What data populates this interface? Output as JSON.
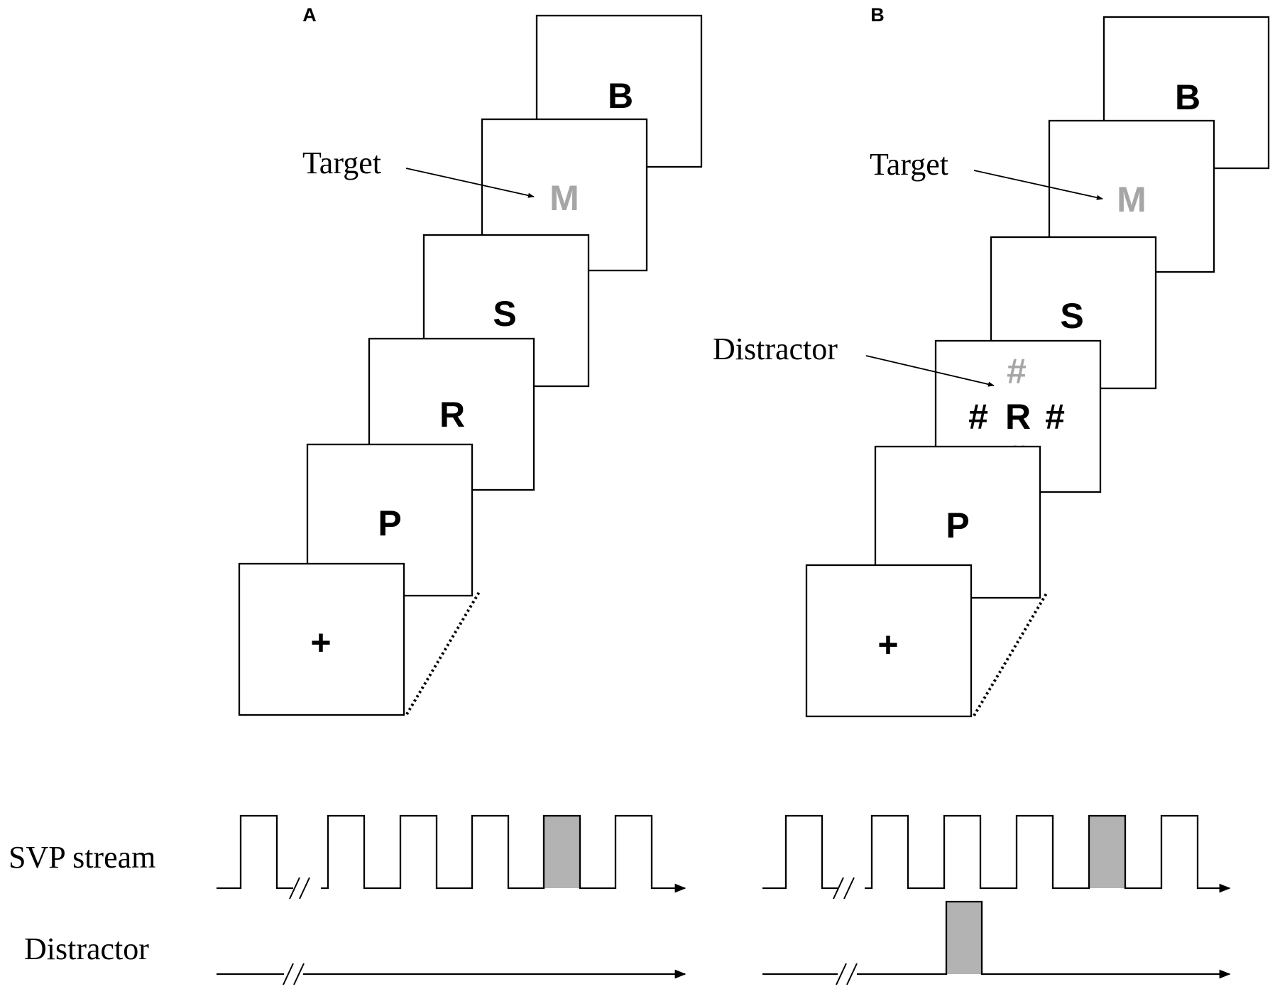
{
  "colors": {
    "target_gray": "#a6a6a6",
    "highlight_fill": "#b3b3b3",
    "ink": "#000000"
  },
  "panel_a": {
    "label": "A",
    "frames": [
      "+",
      "P",
      "R",
      "S",
      "M",
      "B"
    ],
    "target_label": "Target"
  },
  "panel_b": {
    "label": "B",
    "frames": [
      "+",
      "P",
      "R",
      "S",
      "M",
      "B"
    ],
    "target_label": "Target",
    "distractor_label": "Distractor",
    "distractor_symbol": "#"
  },
  "timeline": {
    "svp_label": "SVP stream",
    "distractor_label": "Distractor"
  }
}
